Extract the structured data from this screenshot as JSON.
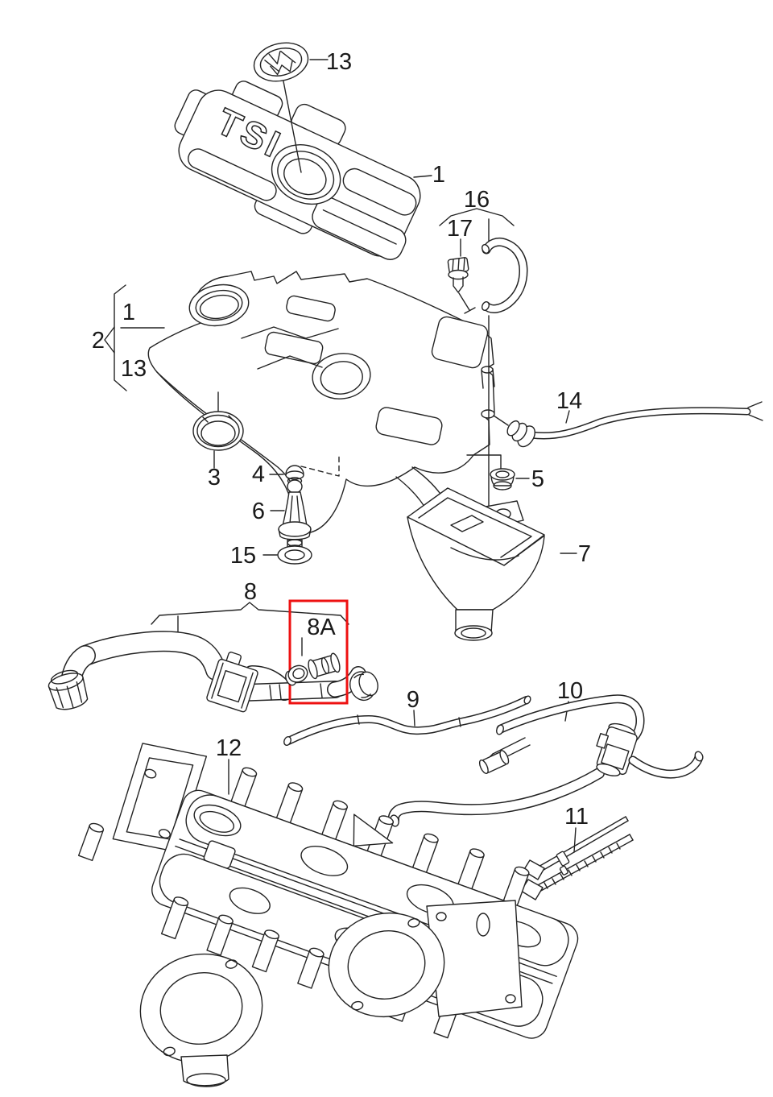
{
  "diagram": {
    "background_color": "#ffffff",
    "line_color": "#232323",
    "cover_badge": "TSI",
    "emblem": "vw-logo",
    "highlight": {
      "color": "#ee1111",
      "highlighted_part": "8A"
    },
    "callouts": [
      {
        "label": "13"
      },
      {
        "label": "1"
      },
      {
        "label": "16"
      },
      {
        "label": "17"
      },
      {
        "label": "1"
      },
      {
        "label": "2"
      },
      {
        "label": "13"
      },
      {
        "label": "14"
      },
      {
        "label": "5"
      },
      {
        "label": "3"
      },
      {
        "label": "4"
      },
      {
        "label": "6"
      },
      {
        "label": "15"
      },
      {
        "label": "7"
      },
      {
        "label": "8"
      },
      {
        "label": "8A"
      },
      {
        "label": "9"
      },
      {
        "label": "10"
      },
      {
        "label": "11"
      },
      {
        "label": "12"
      }
    ]
  }
}
